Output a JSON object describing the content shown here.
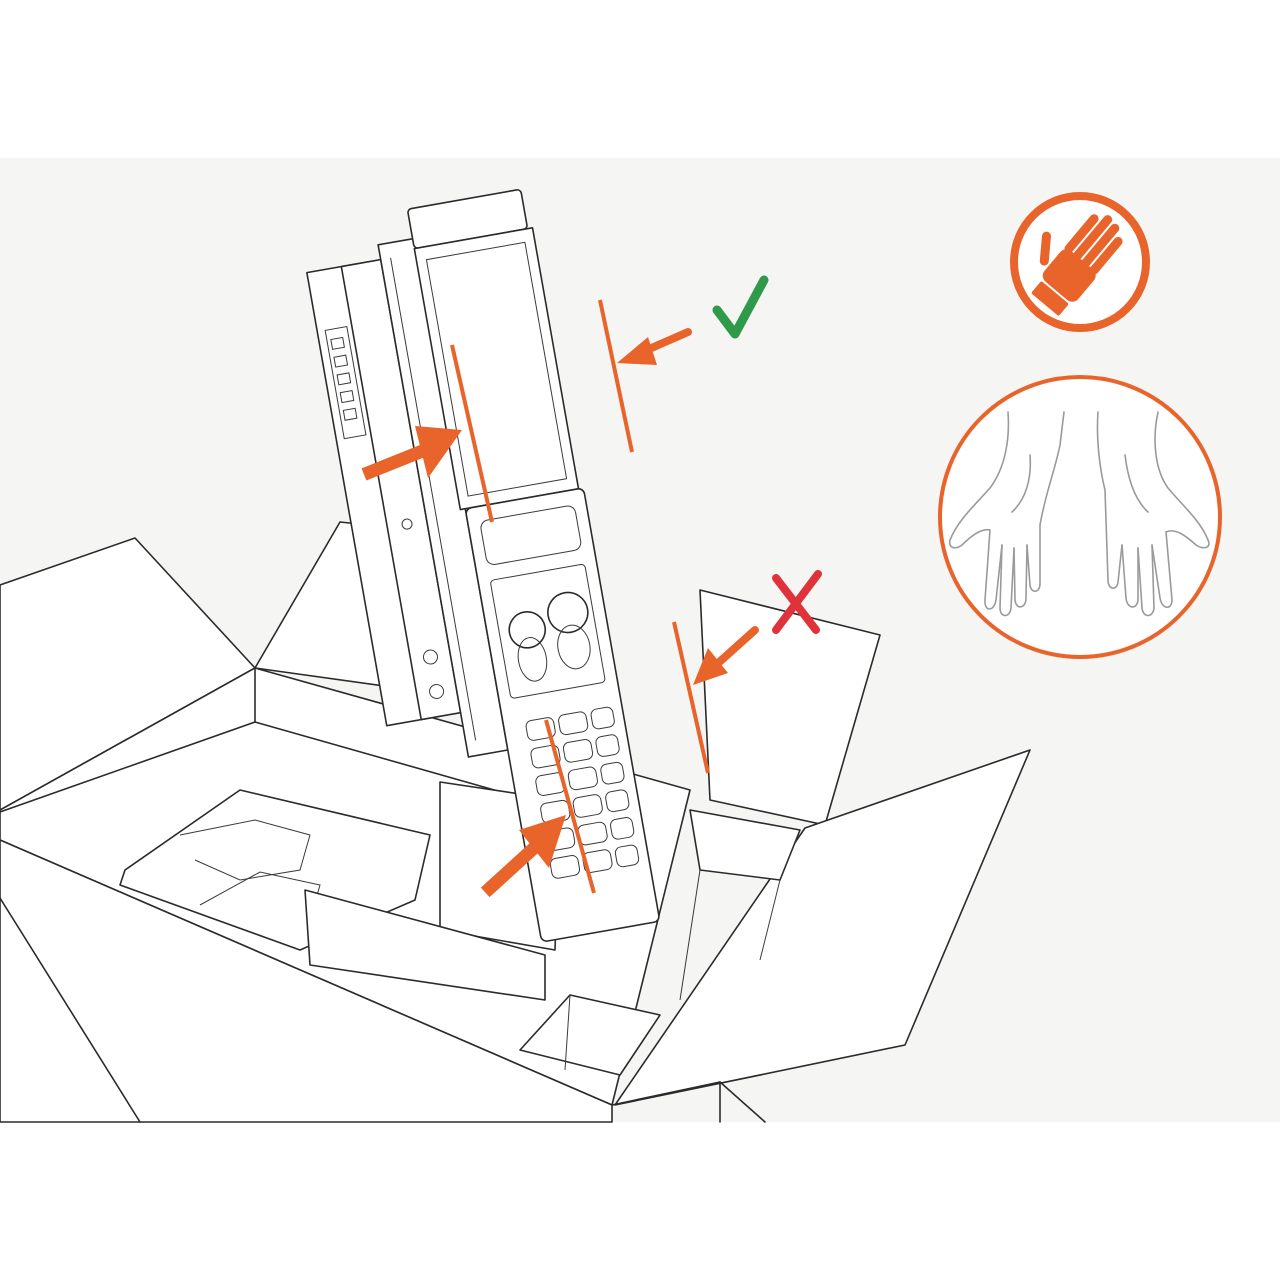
{
  "colors": {
    "background": "#f5f5f4",
    "accent": "#e8642a",
    "ok": "#2e9a4a",
    "wrong": "#e0323a",
    "line": "#2b2b2b"
  },
  "icons": {
    "glove": "gloved-hand-icon",
    "hands": "open-hands-icon",
    "correct": "check-mark-icon",
    "incorrect": "x-mark-icon"
  },
  "arrows": {
    "correct_grip": [
      "upper-left-arrow",
      "upper-right-arrow"
    ],
    "incorrect_grip": [
      "lower-left-arrow",
      "lower-right-arrow"
    ]
  }
}
